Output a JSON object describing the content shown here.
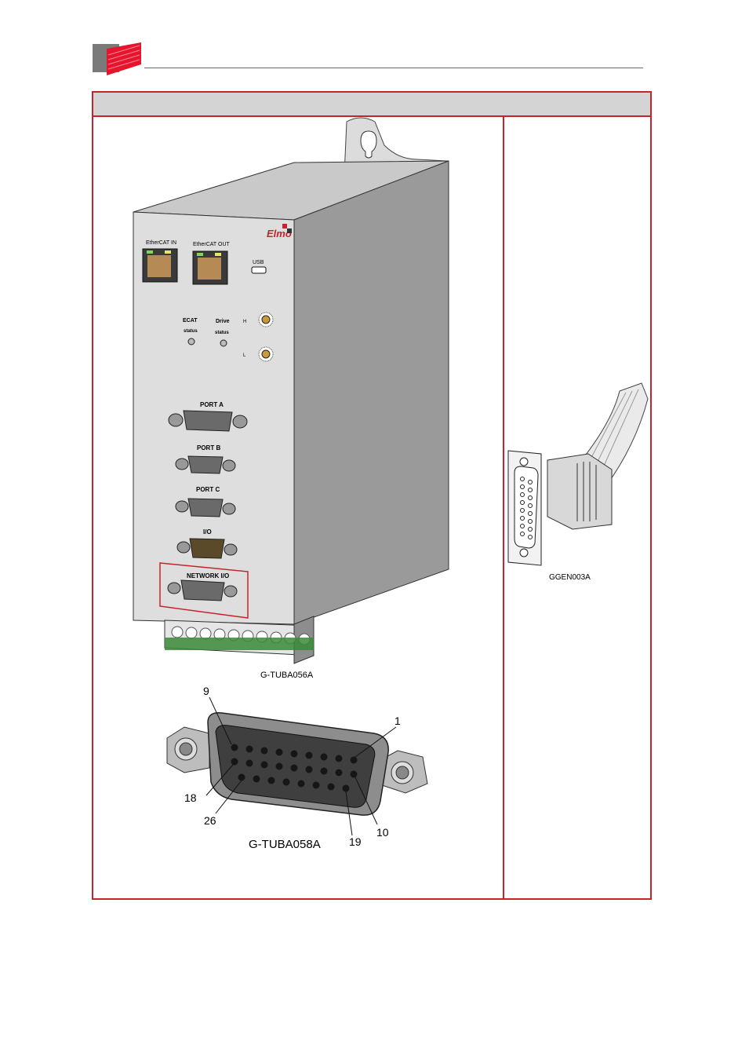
{
  "brand": {
    "accent": "#c8232c",
    "logo_gray": "#7a7a7a",
    "logo_red": "#e6142d"
  },
  "table": {
    "header_text": ""
  },
  "drive_figure": {
    "caption": "G-TUBA056A",
    "logo_text": "Elmo",
    "labels": {
      "ethercat_in": "EtherCAT IN",
      "ethercat_out": "EtherCAT OUT",
      "usb": "USB",
      "ecat": "ECAT",
      "ecat_status": "status",
      "drive": "Drive",
      "drive_status": "status",
      "switch_h": "H",
      "switch_l": "L",
      "port_a": "PORT A",
      "port_b": "PORT B",
      "port_c": "PORT C",
      "io": "I/O",
      "network_io": "NETWORK I/O"
    }
  },
  "pin_figure": {
    "caption": "G-TUBA058A",
    "pin_labels": {
      "p9": "9",
      "p1": "1",
      "p18": "18",
      "p26": "26",
      "p10": "10",
      "p19": "19"
    }
  },
  "mating_figure": {
    "caption": "GGEN003A"
  }
}
